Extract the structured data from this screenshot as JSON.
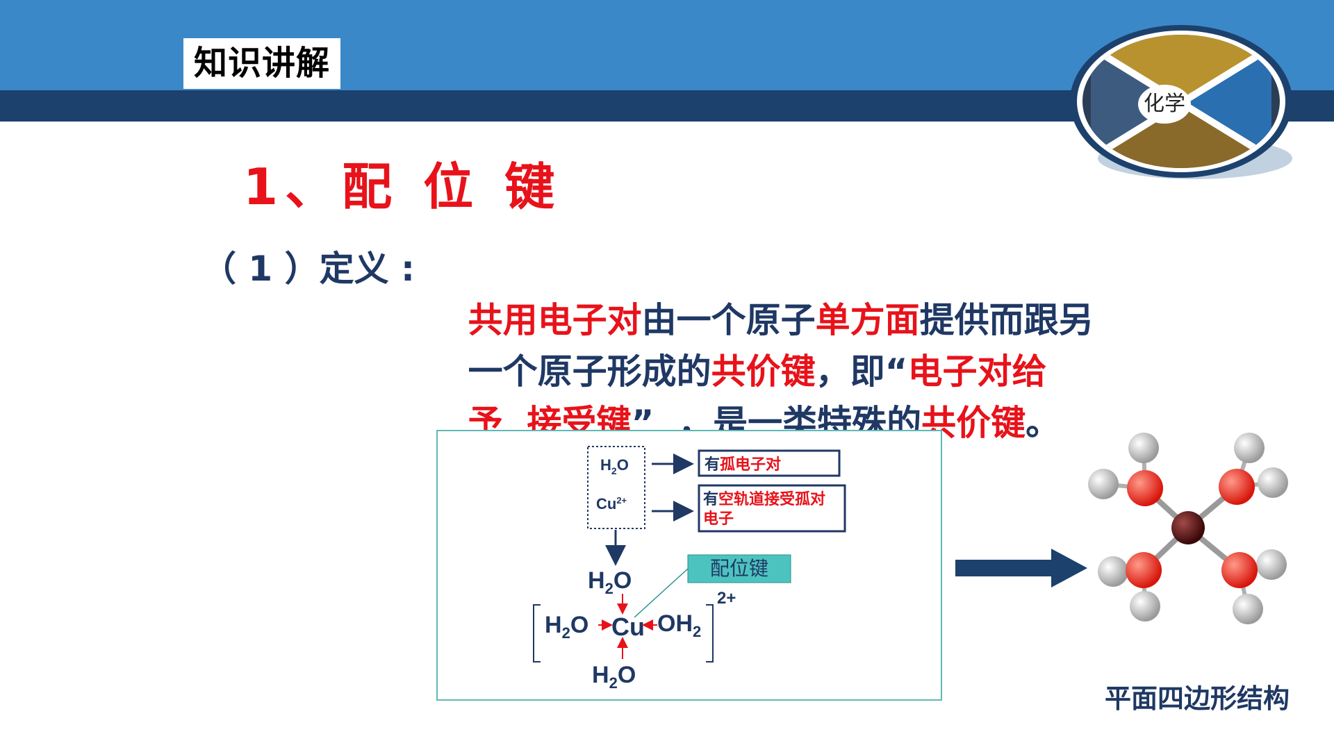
{
  "header": {
    "section_tag": "知识讲解",
    "logo_text": "化学"
  },
  "title": "1、配 位 键",
  "definition": {
    "label": "（ 1 ）定义 :",
    "line1": [
      {
        "text": "共用电子对",
        "color": "red"
      },
      {
        "text": "由一个原子",
        "color": "navy"
      },
      {
        "text": "单方面",
        "color": "red"
      },
      {
        "text": "提供而跟另",
        "color": "navy"
      }
    ],
    "line2": [
      {
        "text": "一个原子形成的",
        "color": "navy"
      },
      {
        "text": "共价键",
        "color": "red"
      },
      {
        "text": "，即“",
        "color": "navy"
      },
      {
        "text": "电子对给",
        "color": "red"
      }
    ],
    "line3": [
      {
        "text": "予  接受键",
        "color": "red"
      },
      {
        "text": "”  ，是一类特殊的",
        "color": "navy"
      },
      {
        "text": "共价键",
        "color": "red"
      },
      {
        "text": "。",
        "color": "navy"
      }
    ]
  },
  "diagram": {
    "h2o_top": "H",
    "h2o_top_sub": "2",
    "h2o_top_o": "O",
    "cu_top": "Cu",
    "cu_top_sup": "2+",
    "box1_prefix": "有",
    "box1_red": "孤电子对",
    "box2_prefix": "有",
    "box2_red": "空轨道接受孤对",
    "box2_line2": "电子",
    "coord_label": "配位键",
    "charge": "2+",
    "ligand_h": "H",
    "ligand_sub": "2",
    "ligand_o": "O",
    "center": "Cu",
    "right_ligand_oh": "OH",
    "right_ligand_sub": "2"
  },
  "caption": "平面四边形结构",
  "colors": {
    "red": "#e8121a",
    "navy": "#1f3864",
    "blue_band": "#3b88c8",
    "dark_band": "#1c416c",
    "teal": "#5fb9b6"
  }
}
